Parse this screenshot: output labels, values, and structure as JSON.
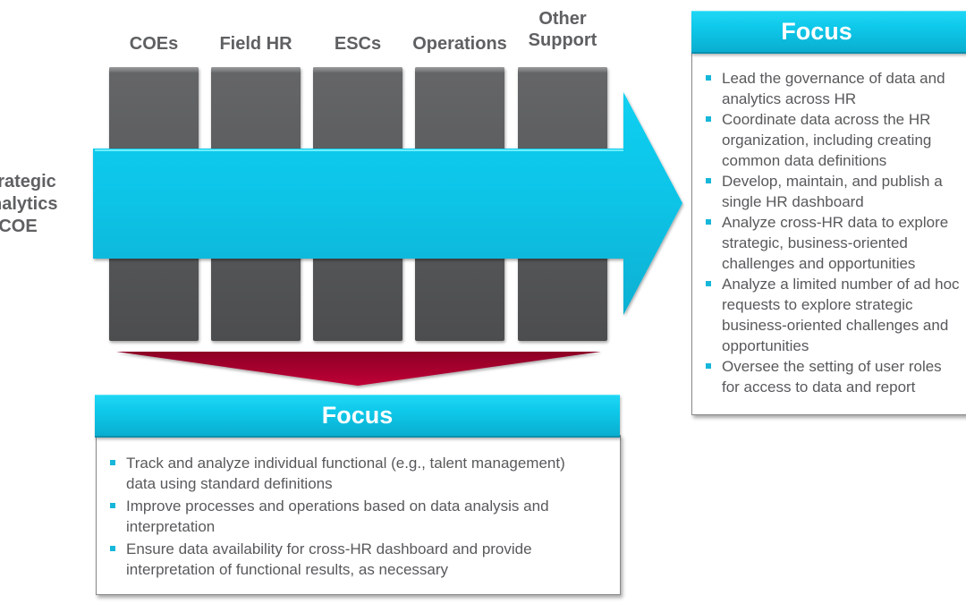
{
  "columns": [
    {
      "label": "COEs"
    },
    {
      "label": "Field HR"
    },
    {
      "label": "ESCs"
    },
    {
      "label": "Operations"
    },
    {
      "label": "Other\nSupport"
    }
  ],
  "arrow_label": {
    "line1": "Strategic",
    "line2": "Analytics",
    "line3": "COE"
  },
  "colors": {
    "arrow": "#0fc3e6",
    "column": "#5a5b5d",
    "down_arrow": "#a8002f",
    "bullet": "#16b7d9",
    "text": "#58595b"
  },
  "right_focus": {
    "title": "Focus",
    "items": [
      "Lead the governance of data and analytics across HR",
      "Coordinate data across the HR organization, including creating common data definitions",
      "Develop, maintain, and publish a single HR dashboard",
      "Analyze cross-HR data to explore strategic, business-oriented challenges and opportunities",
      "Analyze a limited number of ad hoc requests to explore strategic business-oriented challenges and opportunities",
      "Oversee the setting of user roles for access to data and report"
    ]
  },
  "bottom_focus": {
    "title": "Focus",
    "items": [
      "Track and analyze individual functional (e.g., talent management) data using standard definitions",
      "Improve processes and operations based on data analysis and interpretation",
      "Ensure data availability for cross-HR dashboard and provide interpretation of functional results, as necessary"
    ]
  }
}
